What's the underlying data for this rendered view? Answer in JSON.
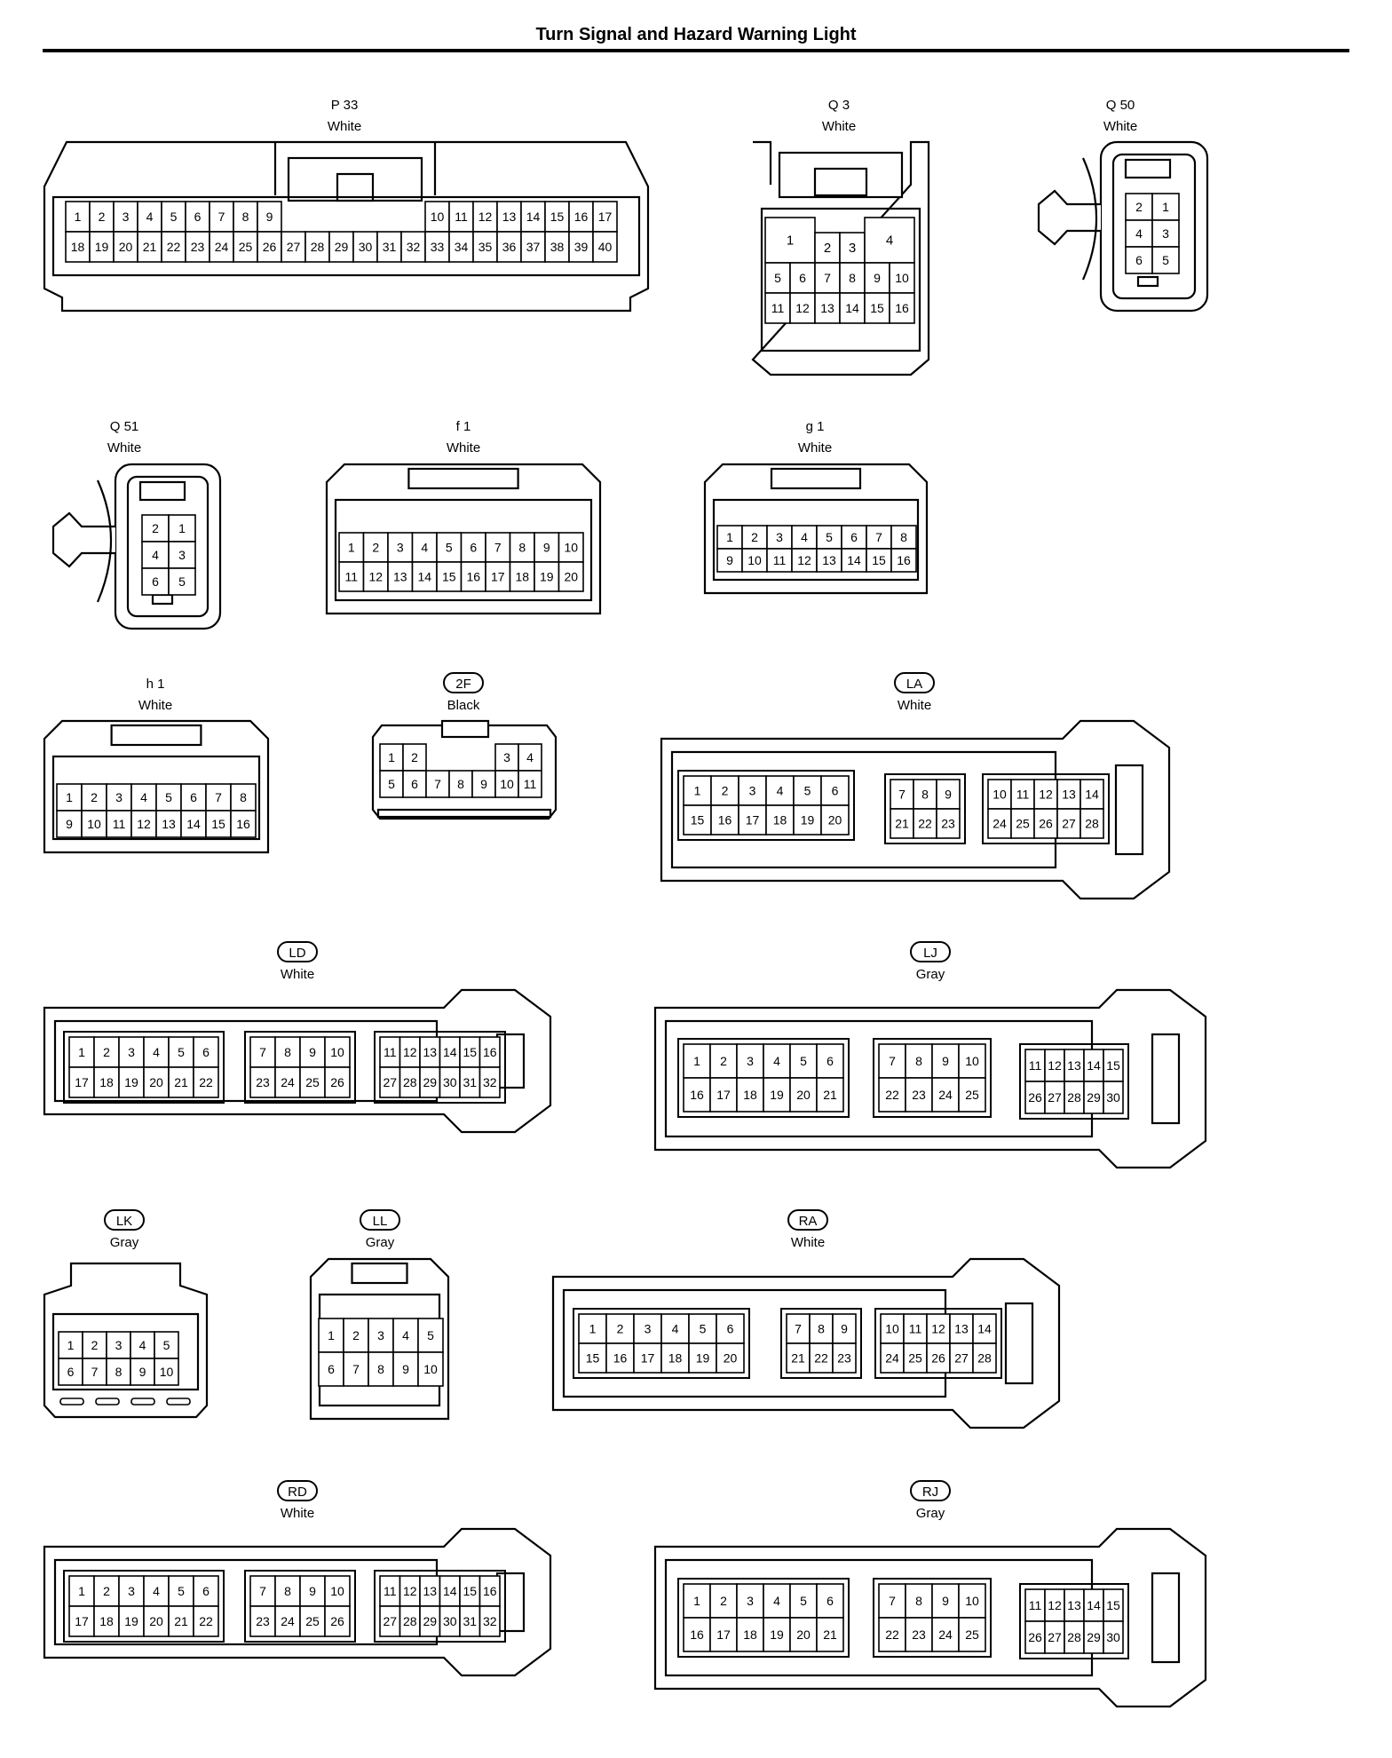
{
  "page": {
    "title": "Turn Signal and Hazard Warning Light"
  },
  "connectors": [
    {
      "id": "P 33",
      "color": "White",
      "badge": false,
      "type": "wide",
      "rows": [
        [
          "1",
          "2",
          "3",
          "4",
          "5",
          "6",
          "7",
          "8",
          "9",
          "10",
          "11",
          "12",
          "13",
          "14",
          "15",
          "16",
          "17"
        ],
        [
          "18",
          "19",
          "20",
          "21",
          "22",
          "23",
          "24",
          "25",
          "26",
          "27",
          "28",
          "29",
          "30",
          "31",
          "32",
          "33",
          "34",
          "35",
          "36",
          "37",
          "38",
          "39",
          "40"
        ]
      ]
    },
    {
      "id": "Q 3",
      "color": "White",
      "badge": false,
      "type": "tall",
      "rows": [
        [
          "1",
          "2",
          "3",
          "4"
        ],
        [
          "5",
          "6",
          "7",
          "8",
          "9",
          "10"
        ],
        [
          "11",
          "12",
          "13",
          "14",
          "15",
          "16"
        ]
      ]
    },
    {
      "id": "Q 50",
      "color": "White",
      "badge": false,
      "type": "clip",
      "rows": [
        [
          "2",
          "1"
        ],
        [
          "4",
          "3"
        ],
        [
          "6",
          "5"
        ]
      ]
    },
    {
      "id": "Q 51",
      "color": "White",
      "badge": false,
      "type": "clip",
      "rows": [
        [
          "2",
          "1"
        ],
        [
          "4",
          "3"
        ],
        [
          "6",
          "5"
        ]
      ]
    },
    {
      "id": "f 1",
      "color": "White",
      "badge": false,
      "type": "mid",
      "rows": [
        [
          "1",
          "2",
          "3",
          "4",
          "5",
          "6",
          "7",
          "8",
          "9",
          "10"
        ],
        [
          "11",
          "12",
          "13",
          "14",
          "15",
          "16",
          "17",
          "18",
          "19",
          "20"
        ]
      ]
    },
    {
      "id": "g 1",
      "color": "White",
      "badge": false,
      "type": "mid",
      "rows": [
        [
          "1",
          "2",
          "3",
          "4",
          "5",
          "6",
          "7",
          "8"
        ],
        [
          "9",
          "10",
          "11",
          "12",
          "13",
          "14",
          "15",
          "16"
        ]
      ]
    },
    {
      "id": "h 1",
      "color": "White",
      "badge": false,
      "type": "mid",
      "rows": [
        [
          "1",
          "2",
          "3",
          "4",
          "5",
          "6",
          "7",
          "8"
        ],
        [
          "9",
          "10",
          "11",
          "12",
          "13",
          "14",
          "15",
          "16"
        ]
      ]
    },
    {
      "id": "2F",
      "color": "Black",
      "badge": true,
      "type": "small",
      "rows": [
        [
          "1",
          "2",
          "3",
          "4"
        ],
        [
          "5",
          "6",
          "7",
          "8",
          "9",
          "10",
          "11"
        ]
      ]
    },
    {
      "id": "LA",
      "color": "White",
      "badge": true,
      "type": "block",
      "blocks": [
        [
          [
            "1",
            "2",
            "3",
            "4",
            "5",
            "6"
          ],
          [
            "15",
            "16",
            "17",
            "18",
            "19",
            "20"
          ]
        ],
        [
          [
            "7",
            "8",
            "9"
          ],
          [
            "21",
            "22",
            "23"
          ]
        ],
        [
          [
            "10",
            "11",
            "12",
            "13",
            "14"
          ],
          [
            "24",
            "25",
            "26",
            "27",
            "28"
          ]
        ]
      ]
    },
    {
      "id": "LD",
      "color": "White",
      "badge": true,
      "type": "block",
      "blocks": [
        [
          [
            "1",
            "2",
            "3",
            "4",
            "5",
            "6"
          ],
          [
            "17",
            "18",
            "19",
            "20",
            "21",
            "22"
          ]
        ],
        [
          [
            "7",
            "8",
            "9",
            "10"
          ],
          [
            "23",
            "24",
            "25",
            "26"
          ]
        ],
        [
          [
            "11",
            "12",
            "13",
            "14",
            "15",
            "16"
          ],
          [
            "27",
            "28",
            "29",
            "30",
            "31",
            "32"
          ]
        ]
      ]
    },
    {
      "id": "LJ",
      "color": "Gray",
      "badge": true,
      "type": "block",
      "blocks": [
        [
          [
            "1",
            "2",
            "3",
            "4",
            "5",
            "6"
          ],
          [
            "16",
            "17",
            "18",
            "19",
            "20",
            "21"
          ]
        ],
        [
          [
            "7",
            "8",
            "9",
            "10"
          ],
          [
            "22",
            "23",
            "24",
            "25"
          ]
        ],
        [
          [
            "11",
            "12",
            "13",
            "14",
            "15"
          ],
          [
            "26",
            "27",
            "28",
            "29",
            "30"
          ]
        ]
      ]
    },
    {
      "id": "LK",
      "color": "Gray",
      "badge": true,
      "type": "small",
      "rows": [
        [
          "1",
          "2",
          "3",
          "4",
          "5"
        ],
        [
          "6",
          "7",
          "8",
          "9",
          "10"
        ]
      ]
    },
    {
      "id": "LL",
      "color": "Gray",
      "badge": true,
      "type": "small",
      "rows": [
        [
          "1",
          "2",
          "3",
          "4",
          "5"
        ],
        [
          "6",
          "7",
          "8",
          "9",
          "10"
        ]
      ]
    },
    {
      "id": "RA",
      "color": "White",
      "badge": true,
      "type": "block",
      "blocks": [
        [
          [
            "1",
            "2",
            "3",
            "4",
            "5",
            "6"
          ],
          [
            "15",
            "16",
            "17",
            "18",
            "19",
            "20"
          ]
        ],
        [
          [
            "7",
            "8",
            "9"
          ],
          [
            "21",
            "22",
            "23"
          ]
        ],
        [
          [
            "10",
            "11",
            "12",
            "13",
            "14"
          ],
          [
            "24",
            "25",
            "26",
            "27",
            "28"
          ]
        ]
      ]
    },
    {
      "id": "RD",
      "color": "White",
      "badge": true,
      "type": "block",
      "blocks": [
        [
          [
            "1",
            "2",
            "3",
            "4",
            "5",
            "6"
          ],
          [
            "17",
            "18",
            "19",
            "20",
            "21",
            "22"
          ]
        ],
        [
          [
            "7",
            "8",
            "9",
            "10"
          ],
          [
            "23",
            "24",
            "25",
            "26"
          ]
        ],
        [
          [
            "11",
            "12",
            "13",
            "14",
            "15",
            "16"
          ],
          [
            "27",
            "28",
            "29",
            "30",
            "31",
            "32"
          ]
        ]
      ]
    },
    {
      "id": "RJ",
      "color": "Gray",
      "badge": true,
      "type": "block",
      "blocks": [
        [
          [
            "1",
            "2",
            "3",
            "4",
            "5",
            "6"
          ],
          [
            "16",
            "17",
            "18",
            "19",
            "20",
            "21"
          ]
        ],
        [
          [
            "7",
            "8",
            "9",
            "10"
          ],
          [
            "22",
            "23",
            "24",
            "25"
          ]
        ],
        [
          [
            "11",
            "12",
            "13",
            "14",
            "15"
          ],
          [
            "26",
            "27",
            "28",
            "29",
            "30"
          ]
        ]
      ]
    }
  ]
}
